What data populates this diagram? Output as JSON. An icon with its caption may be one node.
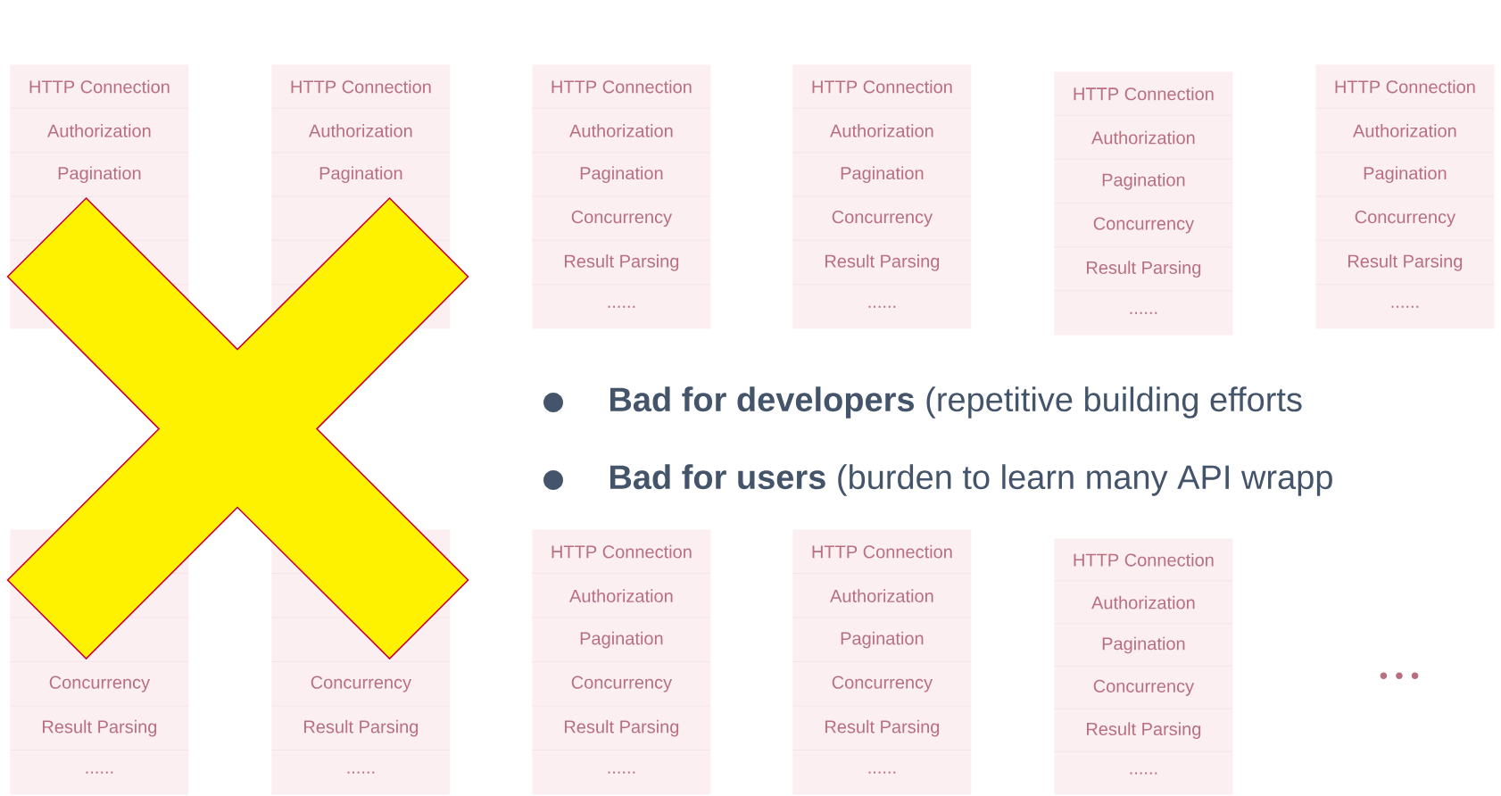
{
  "diagram": {
    "nodes": [
      {
        "text": [
          "HTTP Connection",
          "Authorization",
          "Pagination"
        ]
      },
      {
        "text": [
          "HTTP Connection",
          "Authorization",
          "Pagination"
        ]
      },
      {
        "text": [
          "HTTP Connection",
          "Authorization",
          "Pagination",
          "Concurrency",
          "Result Parsing",
          "......"
        ]
      },
      {
        "text": [
          "HTTP Connection",
          "Authorization",
          "Pagination",
          "Concurrency",
          "Result Parsing",
          "......"
        ]
      },
      {
        "text": [
          "HTTP Connection",
          "Authorization",
          "Pagination",
          "Concurrency",
          "Result Parsing",
          "......"
        ]
      },
      {
        "text": [
          "HTTP Connection",
          "Authorization",
          "Pagination",
          "Concurrency",
          "Result Parsing",
          "......"
        ]
      },
      {
        "text": [
          "Concurrency",
          "Result Parsing",
          "......"
        ]
      },
      {
        "text": [
          "Concurrency",
          "Result Parsing",
          "......"
        ]
      },
      {
        "text": [
          "HTTP Connection",
          "Authorization",
          "Pagination",
          "Concurrency",
          "Result Parsing",
          "......"
        ]
      },
      {
        "text": [
          "HTTP Connection",
          "Authorization",
          "Pagination",
          "Concurrency",
          "Result Parsing",
          "......"
        ]
      },
      {
        "text": [
          "HTTP Connection",
          "Authorization",
          "Pagination",
          "Concurrency",
          "Result Parsing",
          "......"
        ]
      },
      {
        "text": [],
        "shape": "cross"
      }
    ],
    "labels": [
      "**Bad for developers** (repetitive building efforts",
      "**Bad for users** (burden to learn many API wrapp",
      "• • •"
    ]
  }
}
